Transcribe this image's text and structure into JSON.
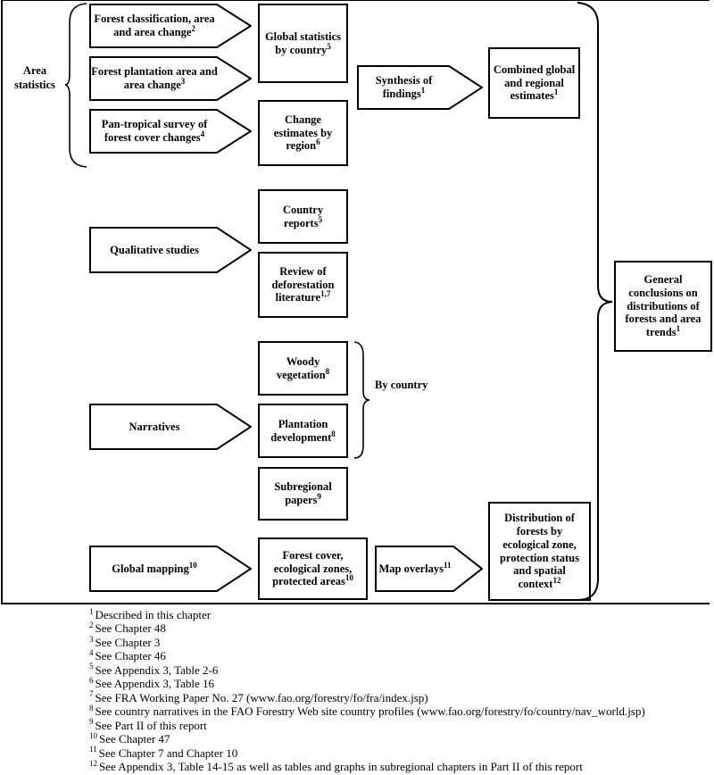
{
  "diagram": {
    "area_statistics_label": "Area statistics",
    "by_country_label": "By country",
    "arrows": [
      {
        "label": "Forest classification, area and area change",
        "sup": "2"
      },
      {
        "label": "Forest plantation area and area change",
        "sup": "3"
      },
      {
        "label": "Pan-tropical survey of forest cover changes",
        "sup": "4"
      },
      {
        "label": "Synthesis of findings",
        "sup": "1"
      },
      {
        "label": "Qualitative studies",
        "sup": ""
      },
      {
        "label": "Narratives",
        "sup": ""
      },
      {
        "label": "Global mapping",
        "sup": "10"
      },
      {
        "label": "Map overlays",
        "sup": "11"
      }
    ],
    "boxes": [
      {
        "label": "Global statistics by country",
        "sup": "5"
      },
      {
        "label": "Change estimates by region",
        "sup": "6"
      },
      {
        "label": "Combined global and regional estimates",
        "sup": "1"
      },
      {
        "label": "Country reports",
        "sup": "5"
      },
      {
        "label": "Review of deforestation literature",
        "sup": "1,7"
      },
      {
        "label": "Woody vegetation",
        "sup": "8"
      },
      {
        "label": "Plantation development",
        "sup": "8"
      },
      {
        "label": "Subregional papers",
        "sup": "9"
      },
      {
        "label": "Forest cover, ecological zones, protected areas",
        "sup": "10"
      },
      {
        "label": "Distribution of forests by ecological zone, protection status and spatial context",
        "sup": "12"
      },
      {
        "label": "General conclusions on distributions of forests and area trends",
        "sup": "1"
      }
    ]
  },
  "footnotes": [
    {
      "num": "1",
      "text": "Described in this chapter"
    },
    {
      "num": "2",
      "text": "See Chapter 48"
    },
    {
      "num": "3",
      "text": "See Chapter 3"
    },
    {
      "num": "4",
      "text": "See Chapter 46"
    },
    {
      "num": "5",
      "text": "See Appendix 3, Table 2-6"
    },
    {
      "num": "6",
      "text": "See Appendix 3, Table 16"
    },
    {
      "num": "7",
      "text": "See FRA Working Paper No. 27 (www.fao.org/forestry/fo/fra/index.jsp)"
    },
    {
      "num": "8",
      "text": "See country narratives in the FAO Forestry Web site country profiles (www.fao.org/forestry/fo/country/nav_world.jsp)"
    },
    {
      "num": "9",
      "text": "See Part II of this report"
    },
    {
      "num": "10",
      "text": "See Chapter 47"
    },
    {
      "num": "11",
      "text": "See Chapter 7 and Chapter 10"
    },
    {
      "num": "12",
      "text": "See Appendix 3, Table 14-15 as well as tables and graphs in subregional chapters in Part II of this report"
    }
  ]
}
